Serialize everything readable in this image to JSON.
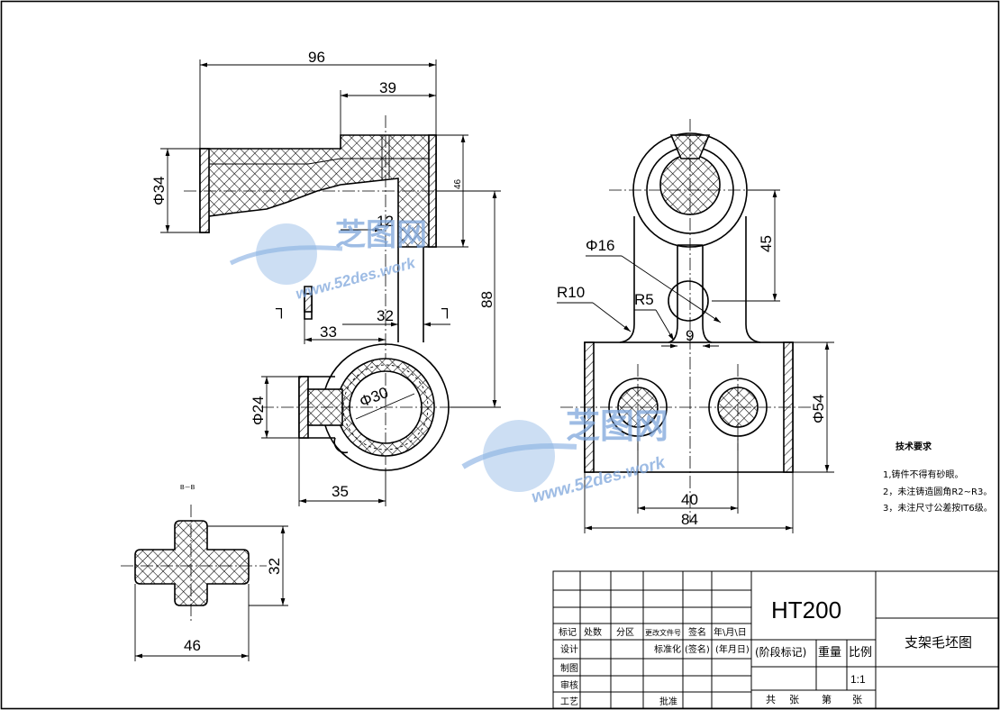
{
  "drawing": {
    "title": "支架毛坯图",
    "material": "HT200",
    "section_label": "B－B",
    "section_marks": [
      "┐",
      "┐"
    ],
    "dimensions": {
      "front_view": {
        "overall_length": "96",
        "hub_length": "39",
        "left_diameter": "Φ34",
        "small_height": "46",
        "bore_offset": "12",
        "rib_width": "32",
        "boss_offset": "33",
        "center_distance": "88",
        "lower_bore": "Φ30",
        "lower_boss": "Φ24",
        "lower_width": "35"
      },
      "side_view": {
        "upper_hole": "Φ16",
        "fillet_large": "R10",
        "fillet_small": "R5",
        "rib": "9",
        "height": "45",
        "hole_spacing": "40",
        "body_width": "84",
        "body_diameter": "Φ54"
      },
      "section_view": {
        "height": "32",
        "width": "46"
      }
    },
    "tech_requirements": {
      "heading": "技术要求",
      "items": [
        "1,铸件不得有砂眼。",
        "2，未注铸造圆角R2~R3。",
        "3，未注尺寸公差按IT6级。"
      ]
    }
  },
  "title_block": {
    "headers": [
      "标记",
      "处数",
      "分区",
      "更改文件号",
      "签名",
      "年\\月\\日"
    ],
    "rows": [
      {
        "label": "设计",
        "mid1": "标准化",
        "mid2": "(签名)",
        "mid3": "(年月日)"
      },
      {
        "label": "制图"
      },
      {
        "label": "审核"
      },
      {
        "label": "工艺",
        "mid1": "批准"
      }
    ],
    "stage_mark": "(阶段标记)",
    "weight": "重量",
    "scale": "比例",
    "scale_value": "1:1",
    "sheets": [
      "共",
      "张",
      "第",
      "张"
    ]
  },
  "watermark": {
    "text": "芝图网",
    "url": "www.52des.work"
  },
  "colors": {
    "line": "#000000",
    "watermark": "#8fb7e6"
  }
}
